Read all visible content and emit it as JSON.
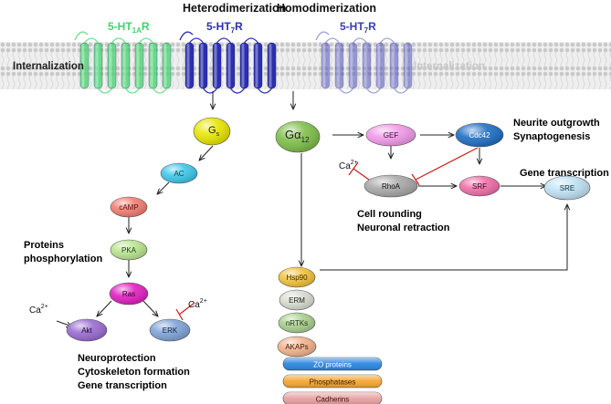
{
  "headers": {
    "heterodimerization": "Heterodimerization",
    "homodimerization": "Homodimerization"
  },
  "receptors": {
    "ht1a": {
      "main": "5-HT",
      "sub": "1A",
      "suffix": "R",
      "color": "#3fd46a"
    },
    "ht7_center": {
      "main": "5-HT",
      "sub": "7",
      "suffix": "R",
      "color": "#2b2fb0"
    },
    "ht7_right": {
      "main": "5-HT",
      "sub": "7",
      "suffix": "R",
      "color": "#3f44b8"
    }
  },
  "internalization": {
    "left": "Internalization",
    "right": "Internalization"
  },
  "gproteins": {
    "gs": {
      "main": "G",
      "sub": "s",
      "color": "#e6e600"
    },
    "g12": {
      "main": "Gα",
      "sub": "12",
      "color": "#7fbf4a"
    }
  },
  "nodes": {
    "ac": "AC",
    "camp": "cAMP",
    "pka": "PKA",
    "ras": "Ras",
    "akt": "Akt",
    "erk": "ERK",
    "gef": "GEF",
    "cdc42": "Cdc42",
    "rhoa": "RhoA",
    "srf": "SRF",
    "sre": "SRE",
    "hsp90": "Hsp90",
    "erm": "ERM",
    "nrtks": "nRTKs",
    "akaps": "AKAPs",
    "zo": "ZO proteins",
    "phosphatases": "Phosphatases",
    "cadherins": "Cadherins"
  },
  "calcium": {
    "base": "Ca",
    "sup": "2+"
  },
  "texts": {
    "proteins_phos_1": "Proteins",
    "proteins_phos_2": "phosphorylation",
    "neuroprotection_1": "Neuroprotection",
    "neuroprotection_2": "Cytoskeleton formation",
    "neuroprotection_3": "Gene transcription",
    "neurite_1": "Neurite outgrowth",
    "neurite_2": "Synaptogenesis",
    "gene_transcription": "Gene transcription",
    "cell_rounding_1": "Cell rounding",
    "cell_rounding_2": "Neuronal retraction"
  },
  "colors": {
    "inhibit": "#d11a1a",
    "ac": "#3ec6e8",
    "camp": "#f07e72",
    "pka": "#b9e48f",
    "ras": "#e020c0",
    "akt": "#9a6cd0",
    "erk": "#7fa3d6",
    "gef": "#f09ae8",
    "cdc42": "#1f6fc4",
    "rhoa": "#a8a8a8",
    "srf": "#f06fa8",
    "sre": "#bfe2f3",
    "hsp90": "#f2c23a",
    "erm": "#d8ddd0",
    "nrtks": "#a9cf8f",
    "akaps": "#f3b38c",
    "zo": "#2b86e0",
    "phosphatases": "#f6a531",
    "cadherins": "#e8a0a0"
  }
}
